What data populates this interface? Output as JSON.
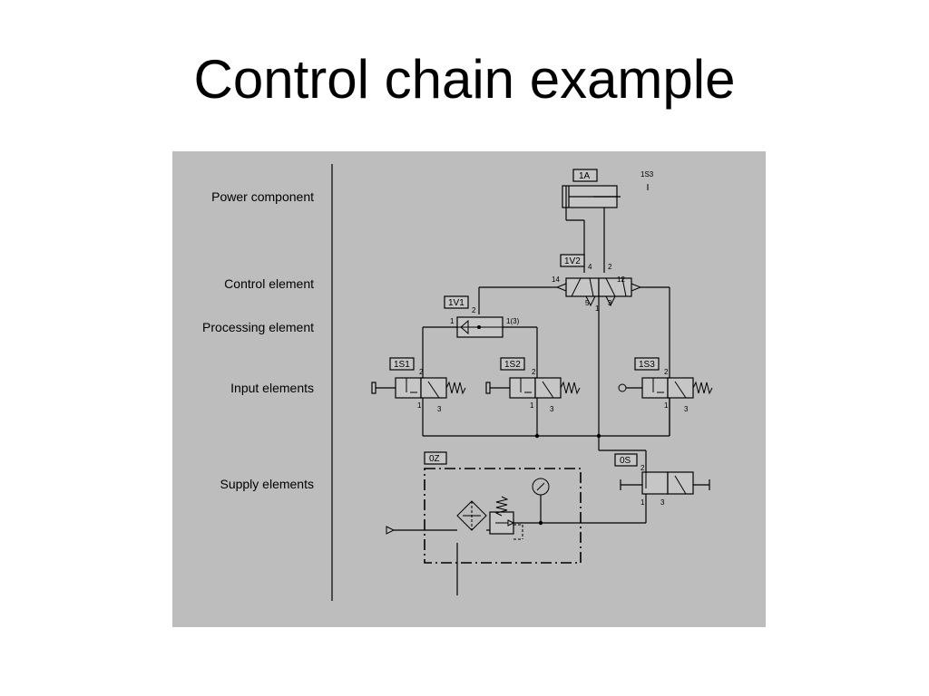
{
  "title": "Control chain example",
  "rows": [
    {
      "label": "Power component"
    },
    {
      "label": "Control element"
    },
    {
      "label": "Processing element"
    },
    {
      "label": "Input elements"
    },
    {
      "label": "Supply elements"
    }
  ],
  "components": {
    "cylinder": "1A",
    "cylinder_sensor": "1S3",
    "main_valve": "1V2",
    "shuttle_valve": "1V1",
    "input_valve_1": "1S1",
    "input_valve_2": "1S2",
    "input_valve_3": "1S3",
    "service_unit": "0Z",
    "shutoff_valve": "0S"
  },
  "ports": {
    "main_valve": {
      "p4": "4",
      "p2": "2",
      "p14": "14",
      "p12": "12",
      "p5": "5",
      "p1": "1",
      "p3": "3"
    },
    "shuttle_valve": {
      "p1": "1",
      "p2": "2",
      "p13": "1(3)"
    },
    "input_valve": {
      "p2": "2",
      "p1": "1",
      "p3": "3"
    },
    "shutoff_valve": {
      "p2": "2",
      "p1": "1",
      "p3": "3"
    }
  },
  "colors": {
    "panel": "#bdbdbd",
    "line": "#000000"
  }
}
